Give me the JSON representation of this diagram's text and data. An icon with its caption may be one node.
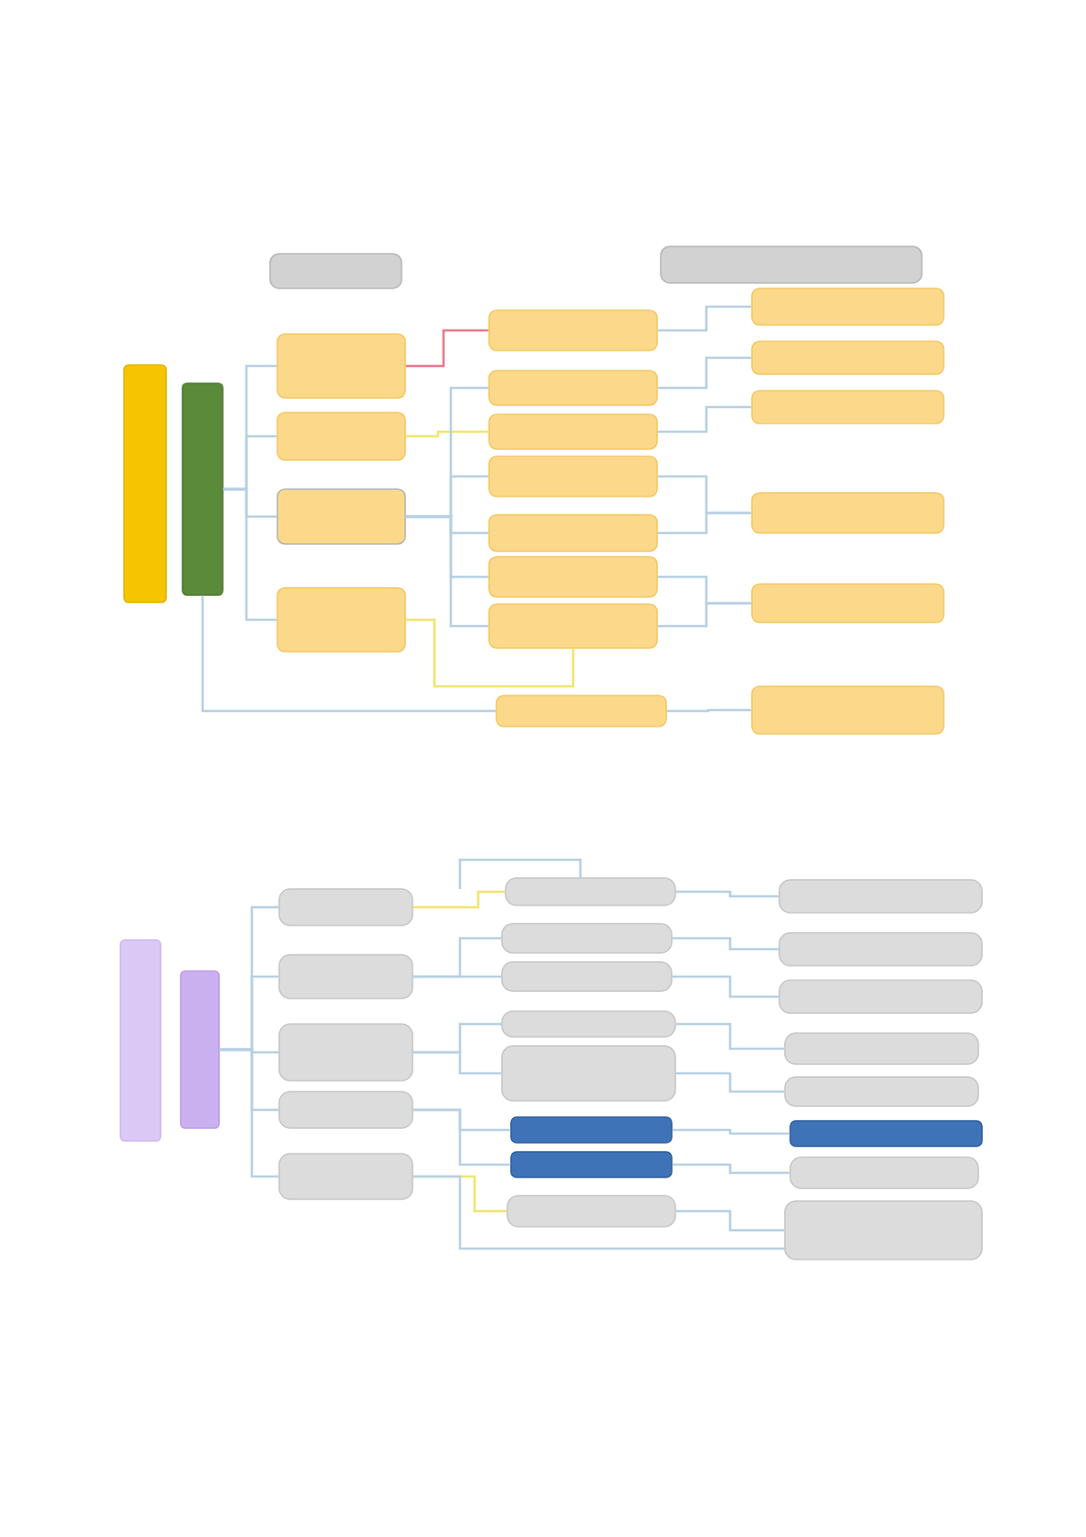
{
  "diagram": {
    "nodes": [
      {
        "text": [],
        "shape": "box"
      },
      {
        "text": [],
        "shape": "box"
      },
      {
        "text": [],
        "shape": "bar"
      },
      {
        "text": [],
        "shape": "bar"
      },
      {
        "text": [],
        "shape": "box"
      },
      {
        "text": [],
        "shape": "box"
      },
      {
        "text": [],
        "shape": "box"
      },
      {
        "text": [],
        "shape": "box"
      },
      {
        "text": [],
        "shape": "box"
      },
      {
        "text": [],
        "shape": "box"
      },
      {
        "text": [],
        "shape": "box"
      },
      {
        "text": [],
        "shape": "box"
      },
      {
        "text": [],
        "shape": "box"
      },
      {
        "text": [],
        "shape": "box"
      },
      {
        "text": [],
        "shape": "box"
      },
      {
        "text": [],
        "shape": "box"
      },
      {
        "text": [],
        "shape": "box"
      },
      {
        "text": [],
        "shape": "box"
      },
      {
        "text": [],
        "shape": "box"
      },
      {
        "text": [],
        "shape": "box"
      },
      {
        "text": [],
        "shape": "box"
      },
      {
        "text": [],
        "shape": "box"
      },
      {
        "text": [],
        "shape": "bar"
      },
      {
        "text": [],
        "shape": "bar"
      },
      {
        "text": [],
        "shape": "box"
      },
      {
        "text": [],
        "shape": "box"
      },
      {
        "text": [],
        "shape": "box"
      },
      {
        "text": [],
        "shape": "box"
      },
      {
        "text": [],
        "shape": "box"
      },
      {
        "text": [],
        "shape": "box"
      },
      {
        "text": [],
        "shape": "box"
      },
      {
        "text": [],
        "shape": "box"
      },
      {
        "text": [],
        "shape": "box"
      },
      {
        "text": [],
        "shape": "box"
      },
      {
        "text": [],
        "shape": "box"
      },
      {
        "text": [],
        "shape": "box"
      },
      {
        "text": [],
        "shape": "box"
      },
      {
        "text": [],
        "shape": "box"
      },
      {
        "text": [],
        "shape": "box"
      },
      {
        "text": [],
        "shape": "box"
      },
      {
        "text": [],
        "shape": "box"
      },
      {
        "text": [],
        "shape": "box"
      },
      {
        "text": [],
        "shape": "box"
      },
      {
        "text": [],
        "shape": "box"
      },
      {
        "text": [],
        "shape": "box"
      }
    ],
    "edges": [
      {
        "from": 3,
        "to": 4,
        "arrow": "none"
      },
      {
        "from": 3,
        "to": 5,
        "arrow": "none"
      },
      {
        "from": 3,
        "to": 6,
        "arrow": "none"
      },
      {
        "from": 3,
        "to": 7,
        "arrow": "none"
      },
      {
        "from": 3,
        "to": 15,
        "arrow": "none"
      },
      {
        "from": 4,
        "to": 8,
        "arrow": "none",
        "color": "#e8798b"
      },
      {
        "from": 5,
        "to": 10,
        "arrow": "none",
        "color": "#f2e46e"
      },
      {
        "from": 6,
        "to": 9,
        "arrow": "none"
      },
      {
        "from": 6,
        "to": 11,
        "arrow": "none"
      },
      {
        "from": 6,
        "to": 12,
        "arrow": "none"
      },
      {
        "from": 6,
        "to": 13,
        "arrow": "none"
      },
      {
        "from": 6,
        "to": 14,
        "arrow": "none"
      },
      {
        "from": 7,
        "to": 14,
        "arrow": "none",
        "color": "#f2e46e"
      },
      {
        "from": 15,
        "to": 21,
        "arrow": "none"
      },
      {
        "from": 8,
        "to": 16,
        "arrow": "none"
      },
      {
        "from": 9,
        "to": 17,
        "arrow": "none"
      },
      {
        "from": 10,
        "to": 18,
        "arrow": "none"
      },
      {
        "from": 11,
        "to": 19,
        "arrow": "none"
      },
      {
        "from": 12,
        "to": 19,
        "arrow": "none"
      },
      {
        "from": 13,
        "to": 20,
        "arrow": "none"
      },
      {
        "from": 14,
        "to": 20,
        "arrow": "none"
      },
      {
        "from": 23,
        "to": 24,
        "arrow": "none"
      },
      {
        "from": 23,
        "to": 25,
        "arrow": "none"
      },
      {
        "from": 23,
        "to": 26,
        "arrow": "none"
      },
      {
        "from": 23,
        "to": 27,
        "arrow": "none"
      },
      {
        "from": 23,
        "to": 28,
        "arrow": "none"
      },
      {
        "from": 24,
        "to": 29,
        "arrow": "none",
        "color": "#f2e46e"
      },
      {
        "from": 25,
        "to": 30,
        "arrow": "none"
      },
      {
        "from": 25,
        "to": 31,
        "arrow": "none"
      },
      {
        "from": 26,
        "to": 32,
        "arrow": "none"
      },
      {
        "from": 26,
        "to": 33,
        "arrow": "none"
      },
      {
        "from": 27,
        "to": 34,
        "arrow": "none"
      },
      {
        "from": 27,
        "to": 35,
        "arrow": "none"
      },
      {
        "from": 28,
        "to": 36,
        "arrow": "none",
        "color": "#f2e46e"
      },
      {
        "from": 28,
        "to": 44,
        "arrow": "none"
      },
      {
        "from": 29,
        "to": 37,
        "arrow": "none"
      },
      {
        "from": 30,
        "to": 38,
        "arrow": "none"
      },
      {
        "from": 31,
        "to": 39,
        "arrow": "none"
      },
      {
        "from": 32,
        "to": 40,
        "arrow": "none"
      },
      {
        "from": 33,
        "to": 41,
        "arrow": "none"
      },
      {
        "from": 34,
        "to": 42,
        "arrow": "none"
      },
      {
        "from": 35,
        "to": 43,
        "arrow": "none"
      },
      {
        "from": 36,
        "to": 44,
        "arrow": "none"
      }
    ]
  }
}
